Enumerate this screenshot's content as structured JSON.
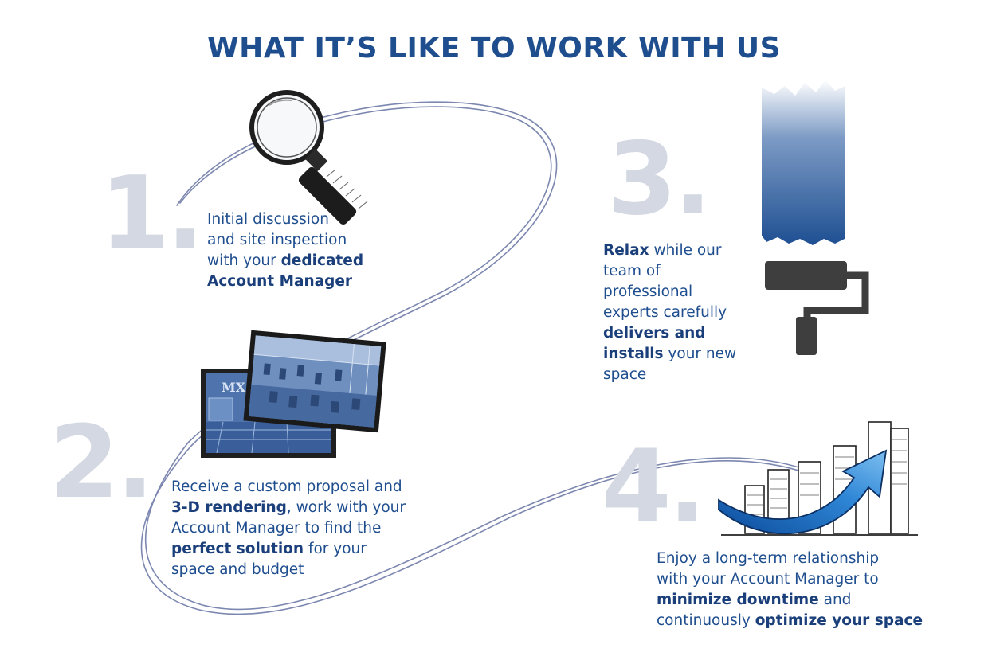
{
  "title": "WHAT IT’S LIKE TO WORK WITH US",
  "colors": {
    "title": "#1f4e8f",
    "number": "#d3d8e2",
    "text": "#1f4e8f",
    "path": "#7c87b0"
  },
  "steps": [
    {
      "number": "1.",
      "icon": "magnifying-glass-icon",
      "lines": [
        [
          {
            "t": "Initial discussion",
            "b": false
          }
        ],
        [
          {
            "t": "and site inspection",
            "b": false
          }
        ],
        [
          {
            "t": "with your ",
            "b": false
          },
          {
            "t": "dedicated",
            "b": true
          }
        ],
        [
          {
            "t": "Account Manager",
            "b": true
          }
        ]
      ]
    },
    {
      "number": "2.",
      "icon": "rendering-photos-icon",
      "photo_sign": "MX",
      "lines": [
        [
          {
            "t": "Receive a custom proposal and",
            "b": false
          }
        ],
        [
          {
            "t": "3-D rendering",
            "b": true
          },
          {
            "t": ", work with your",
            "b": false
          }
        ],
        [
          {
            "t": "Account Manager to find the",
            "b": false
          }
        ],
        [
          {
            "t": "perfect solution",
            "b": true
          },
          {
            "t": " for your",
            "b": false
          }
        ],
        [
          {
            "t": "space and budget",
            "b": false
          }
        ]
      ]
    },
    {
      "number": "3.",
      "icon": "paint-roller-icon",
      "lines": [
        [
          {
            "t": "Relax",
            "b": true
          },
          {
            "t": " while our",
            "b": false
          }
        ],
        [
          {
            "t": "team of",
            "b": false
          }
        ],
        [
          {
            "t": "professional",
            "b": false
          }
        ],
        [
          {
            "t": "experts carefully",
            "b": false
          }
        ],
        [
          {
            "t": "delivers and",
            "b": true
          }
        ],
        [
          {
            "t": "installs",
            "b": true
          },
          {
            "t": " your new",
            "b": false
          }
        ],
        [
          {
            "t": "space",
            "b": false
          }
        ]
      ]
    },
    {
      "number": "4.",
      "icon": "growth-chart-icon",
      "lines": [
        [
          {
            "t": "Enjoy a long-term relationship",
            "b": false
          }
        ],
        [
          {
            "t": "with your Account Manager to",
            "b": false
          }
        ],
        [
          {
            "t": "minimize downtime",
            "b": true
          },
          {
            "t": " and",
            "b": false
          }
        ],
        [
          {
            "t": "continuously ",
            "b": false
          },
          {
            "t": "optimize your space",
            "b": true
          }
        ]
      ]
    }
  ]
}
